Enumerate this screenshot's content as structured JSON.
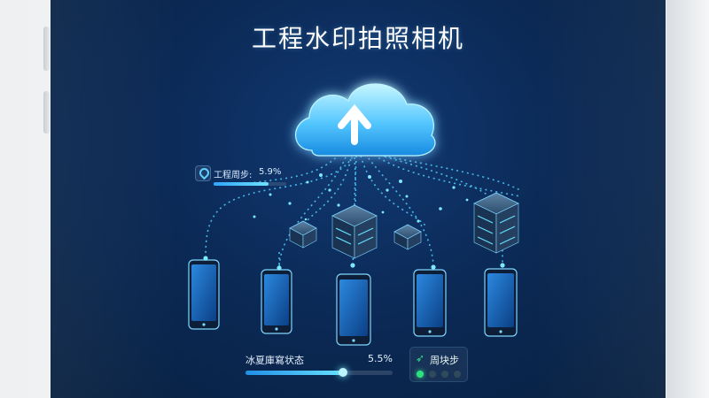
{
  "app": {
    "title": "工程水印拍照相机"
  },
  "sync_indicator": {
    "icon": "sync-icon",
    "label": "工程周步:",
    "value": "5.9%",
    "progress": 0.75
  },
  "status": {
    "label": "冰夏庫寫状态",
    "value": "5.5%",
    "progress": 0.66
  },
  "sync_card": {
    "icon": "arrow-up-icon",
    "label": "周块步",
    "dots": [
      true,
      false,
      false,
      false
    ]
  },
  "diagram": {
    "cloud_icon": "upload-cloud-icon",
    "servers": [
      "server-small-left",
      "server-center",
      "server-small-right",
      "server-large-right"
    ],
    "phones": [
      "phone-1",
      "phone-2",
      "phone-3",
      "phone-4",
      "phone-5"
    ]
  },
  "colors": {
    "accent": "#5fd1ff",
    "screen_bg": "#0b2a57",
    "status_green": "#2fe07f"
  }
}
